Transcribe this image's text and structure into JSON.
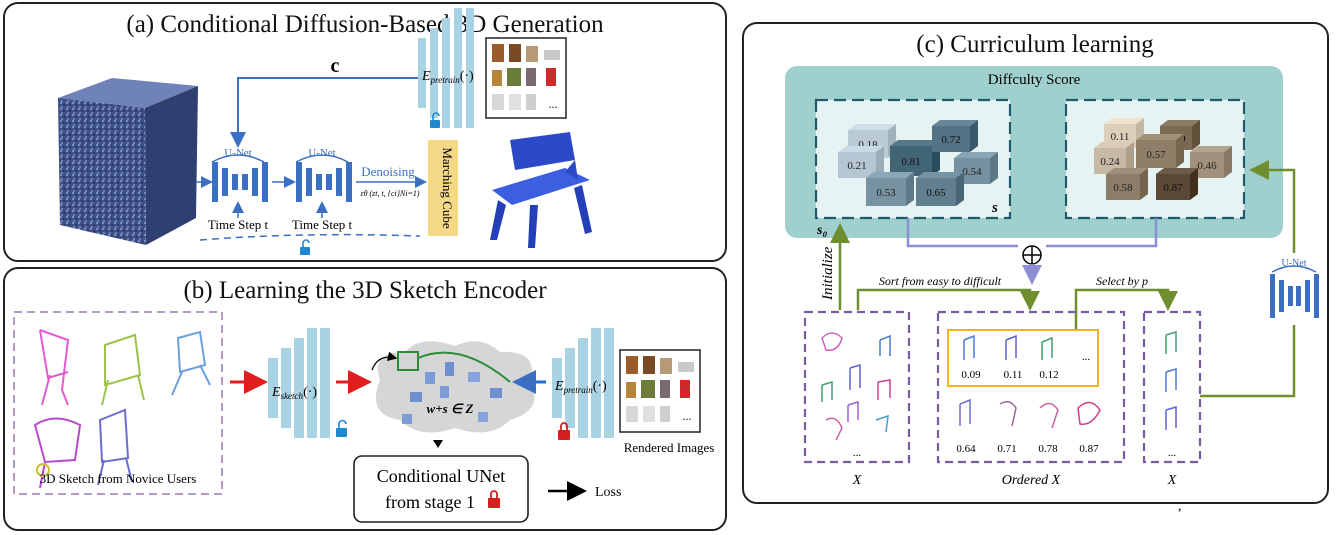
{
  "panel_a": {
    "title": "(a) Conditional Diffusion-Based 3D Generation",
    "c_label": "c",
    "encoder_label": "E",
    "encoder_sub": "pretrain",
    "encoder_arg": "(·)",
    "unet_label": "U-Net",
    "unet_label_2": "U-Net",
    "timestep_label": "Time Step t",
    "timestep_label_2": "Time Step t",
    "denoising_label": "Denoising",
    "denoising_formula": "εθ (zt, t, {ci}Ni=1)",
    "marching_cube": "Marching Cube",
    "gallery_ellipsis": "..."
  },
  "panel_b": {
    "title": "(b) Learning the 3D Sketch Encoder",
    "sketch_caption": "3D Sketch from Novice Users",
    "sketch_encoder_label": "E",
    "sketch_encoder_sub": "sketch",
    "sketch_encoder_arg": "(·)",
    "pretrain_encoder_label": "E",
    "pretrain_encoder_sub": "pretrain",
    "pretrain_encoder_arg": "(·)",
    "latent_label": "w+s ∈ Z",
    "conditional_unet_line1": "Conditional UNet",
    "conditional_unet_line2": "from stage 1",
    "loss_label": "Loss",
    "rendered_images": "Rendered Images",
    "gallery_ellipsis": "..."
  },
  "panel_c": {
    "title": "(c) Curriculum learning",
    "difficulty_title": "Diffculty Score",
    "s_label": "s",
    "s0_label": "s₀",
    "initialize_label": "Initialize",
    "sort_label": "Sort from easy to difficult",
    "select_label": "Select by p",
    "unet_label": "U-Net",
    "x_label_1": "X",
    "x_label_2": "Ordered X",
    "x_label_3": "X",
    "comma": ",",
    "ellipsis": "...",
    "cubes_left": [
      "0.18",
      "0.81",
      "0.72",
      "0.21",
      "0.54",
      "0.53",
      "0.65"
    ],
    "cubes_right": [
      "0.11",
      "0.69",
      "0.24",
      "0.57",
      "0.46",
      "0.58",
      "0.87"
    ],
    "ordered_top": [
      "0.09",
      "0.11",
      "0.12"
    ],
    "ordered_bottom": [
      "0.64",
      "0.71",
      "0.78",
      "0.87"
    ]
  },
  "colors": {
    "blue": "#3a6fc4",
    "encoder_blue": "#a9d3e3",
    "teal_panel": "#9fd0cd",
    "green_arrow": "#6f8f2f",
    "purple_dash": "#7a5aa0",
    "red": "#d62020",
    "lock_blue": "#1e88d0",
    "marching_yellow": "#f6d987",
    "orange_box": "#f2b21a"
  }
}
